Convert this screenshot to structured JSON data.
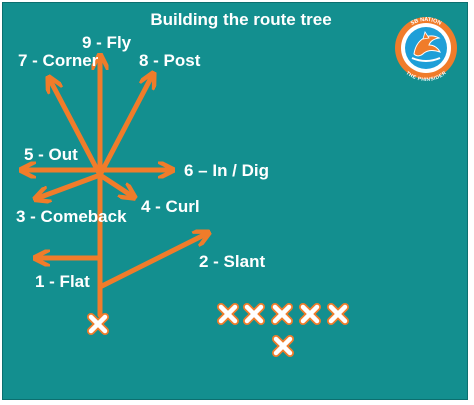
{
  "diagram": {
    "title": "Building the route tree",
    "routes": [
      {
        "id": "flat",
        "label": "1 - Flat"
      },
      {
        "id": "slant",
        "label": "2 - Slant"
      },
      {
        "id": "comeback",
        "label": "3 - Comeback"
      },
      {
        "id": "curl",
        "label": "4 - Curl"
      },
      {
        "id": "out",
        "label": "5 - Out"
      },
      {
        "id": "in-dig",
        "label": "6 – In / Dig"
      },
      {
        "id": "corner",
        "label": "7 - Corner"
      },
      {
        "id": "post",
        "label": "8 - Post"
      },
      {
        "id": "fly",
        "label": "9 - Fly"
      }
    ],
    "logo": {
      "top_text": "SB NATION",
      "bottom_text": "THE PHINSIDER"
    }
  },
  "colors": {
    "field": "#138f8f",
    "route": "#f07c2a",
    "text": "#ffffff",
    "marker_fill": "#ffffff",
    "marker_outline": "#f07c2a",
    "logo_ring": "#f07c2a",
    "logo_inner": "#1e9fd8"
  },
  "icons": {
    "receiver_marker": "x-mark-icon",
    "defender_markers": "x-mark-icon",
    "logo": "dolphin-logo-icon"
  }
}
